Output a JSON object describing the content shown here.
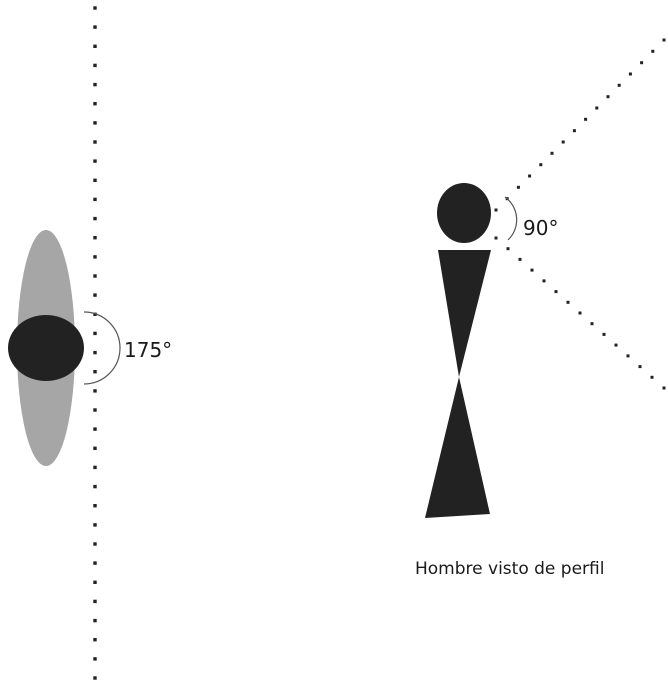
{
  "figures": {
    "top_view": {
      "angle_label": "175°"
    },
    "profile_view": {
      "angle_label": "90°",
      "caption": "Hombre visto de perfil"
    }
  },
  "colors": {
    "figure": "#222222",
    "shoulders": "#a6a6a6",
    "dots": "#222222",
    "arc": "#555555",
    "background": "#ffffff"
  }
}
